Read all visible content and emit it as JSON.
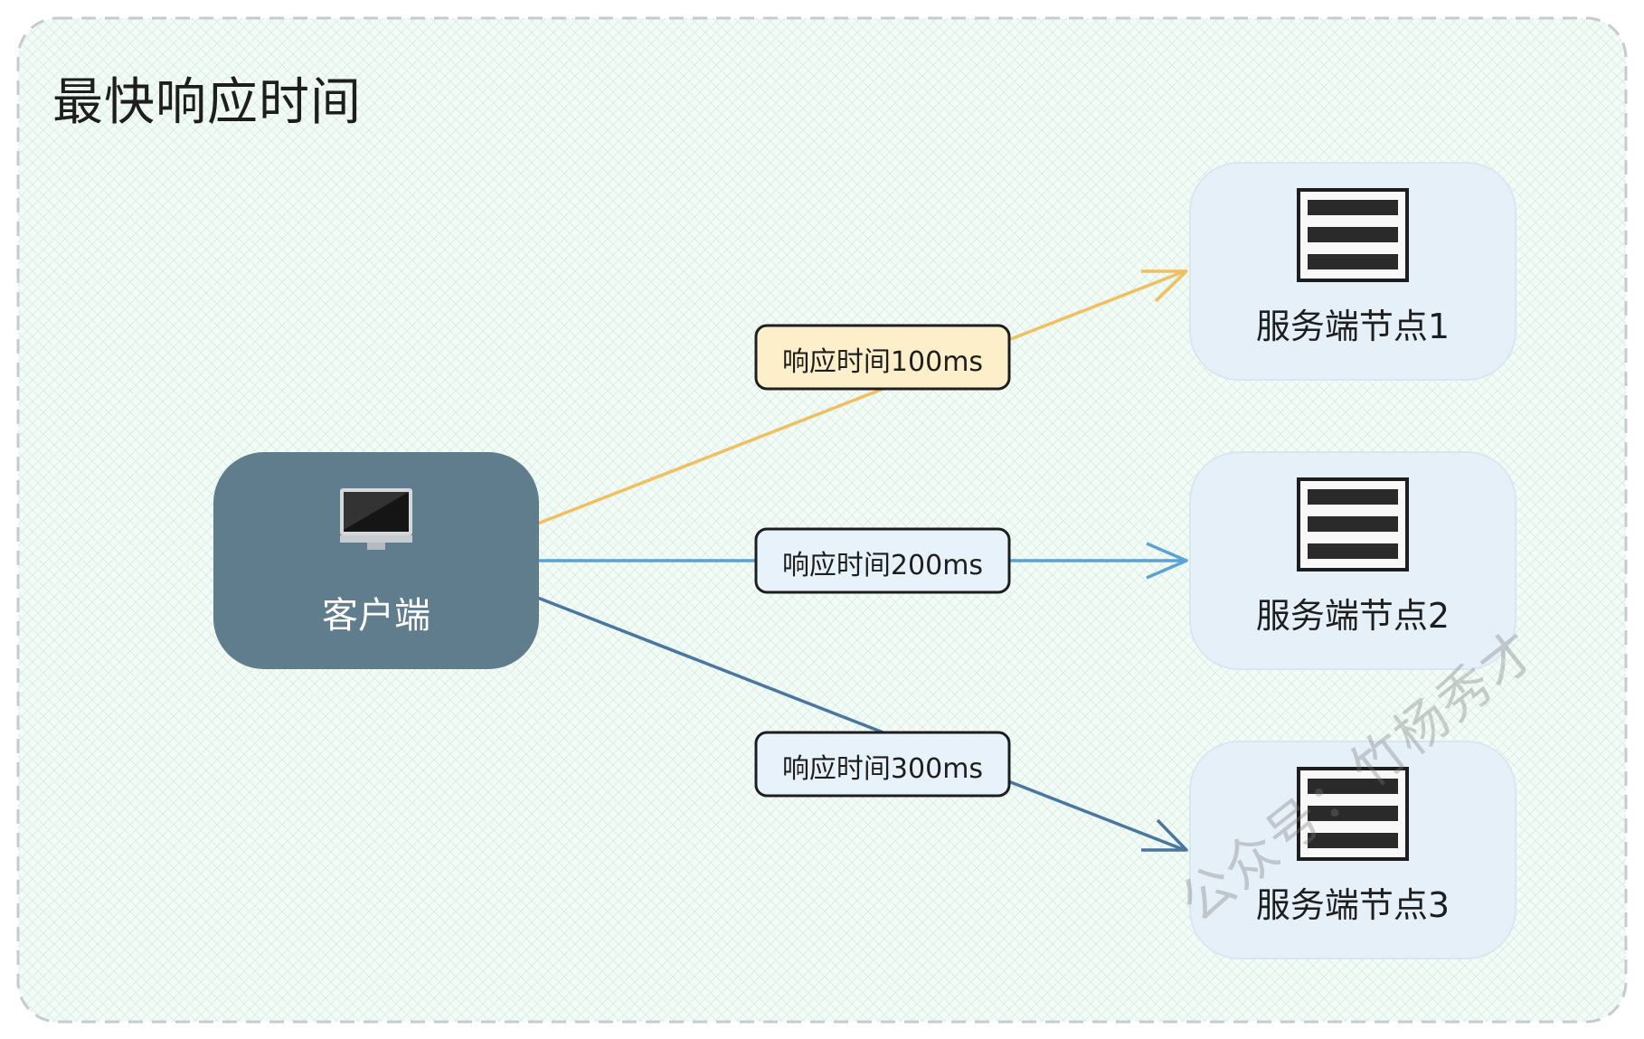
{
  "diagram": {
    "title": "最快响应时间",
    "client": {
      "label": "客户端",
      "icon": "monitor-icon"
    },
    "servers": [
      {
        "label": "服务端节点1",
        "icon": "server-icon"
      },
      {
        "label": "服务端节点2",
        "icon": "server-icon"
      },
      {
        "label": "服务端节点3",
        "icon": "server-icon"
      }
    ],
    "edges": [
      {
        "label": "响应时间100ms",
        "color": "#f0c060",
        "label_fill": "#fdefc9"
      },
      {
        "label": "响应时间200ms",
        "color": "#5ba2d5",
        "label_fill": "#e8f2fb"
      },
      {
        "label": "响应时间300ms",
        "color": "#4a76a0",
        "label_fill": "#e8f2fb"
      }
    ],
    "watermark": "公众号：竹杨秀才",
    "colors": {
      "client_fill": "#5f7d8c",
      "server_fill": "#e6f0f8",
      "background_tint": "#eef8f2",
      "border": "#c5cbd3"
    }
  }
}
